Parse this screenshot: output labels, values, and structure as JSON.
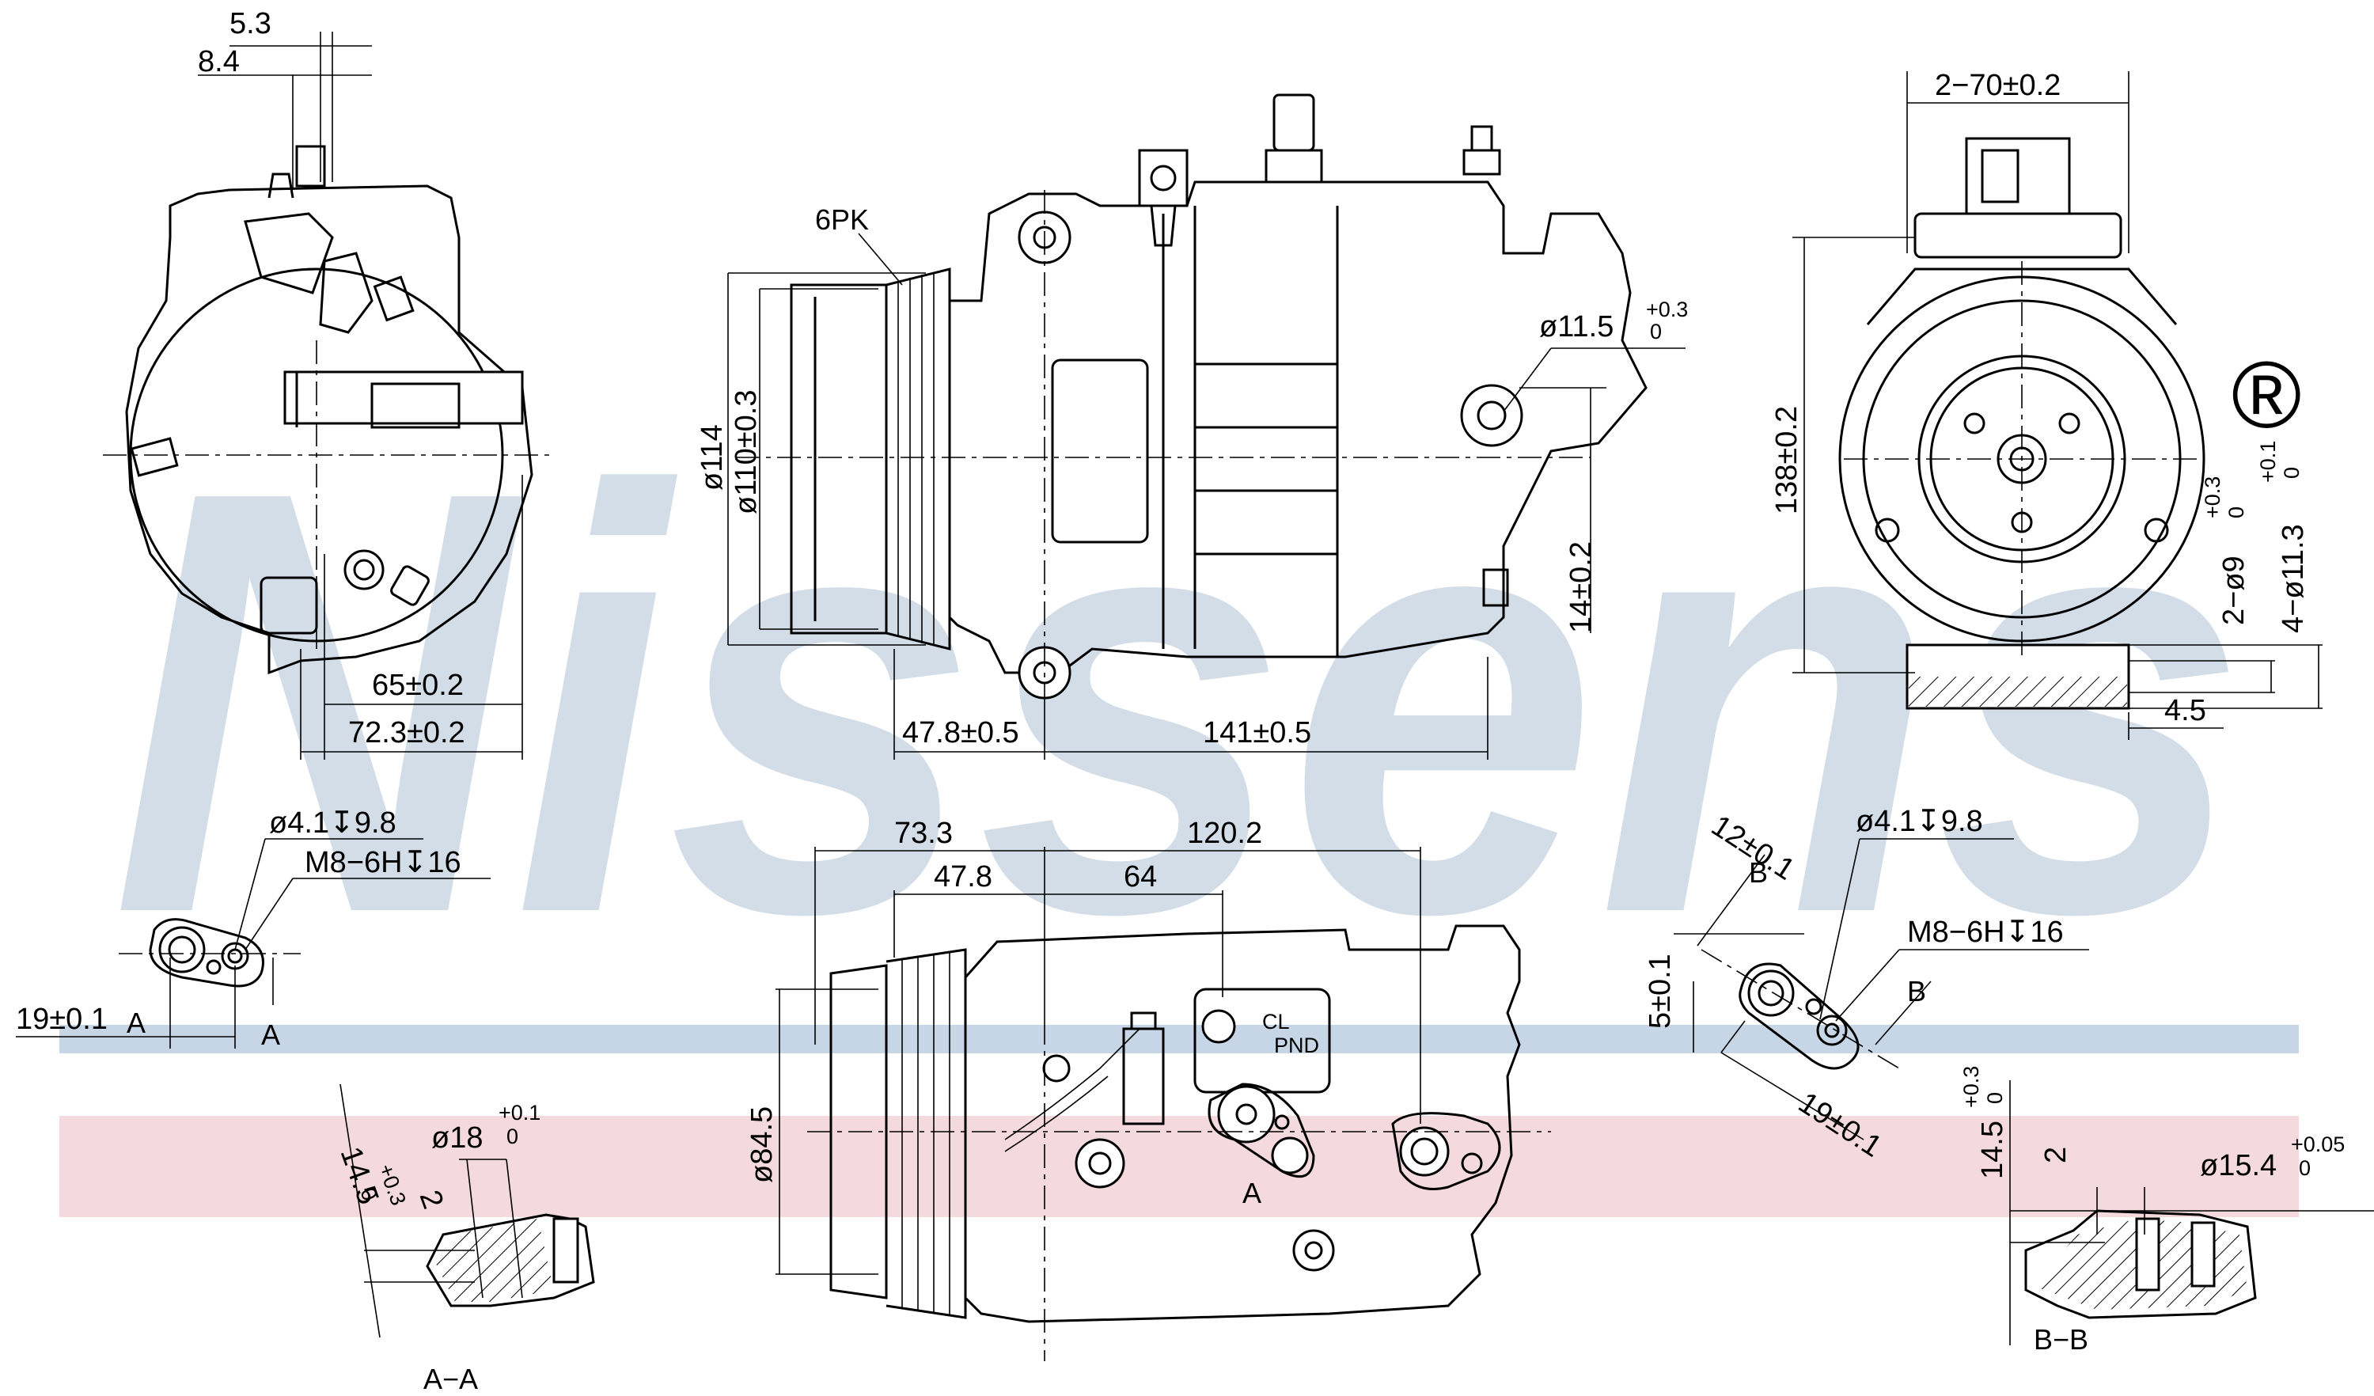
{
  "watermark": {
    "brand": "Nissens",
    "registered": "®",
    "blue_band_color": "#c7d6e6",
    "pink_band_color": "#f4d9df",
    "letter_color": "#d3dde8"
  },
  "view_front": {
    "dims": [
      "5.3",
      "8.4",
      "65±0.2",
      "72.3±0.2"
    ]
  },
  "view_side": {
    "labels": [
      "6PK"
    ],
    "dims": [
      "ø114",
      "ø110±0.3",
      "ø11.5",
      "+0.3",
      "0",
      "14±0.2",
      "47.8±0.5",
      "141±0.5"
    ]
  },
  "view_end": {
    "dims": [
      "2−70±0.2",
      "138±0.2",
      "2−ø9",
      "+0.3",
      "0",
      "4−ø11.3",
      "+0.1",
      "0",
      "4.5"
    ]
  },
  "port_a": {
    "dims": [
      "ø4.1↧9.8",
      "M8−6H↧16",
      "19±0.1"
    ],
    "labels": [
      "A",
      "A"
    ]
  },
  "view_bottom": {
    "dims": [
      "73.3",
      "120.2",
      "47.8",
      "64",
      "ø84.5"
    ],
    "labels": [
      "A",
      "CL",
      "PND"
    ]
  },
  "port_b": {
    "dims": [
      "12±0.1",
      "ø4.1↧9.8",
      "M8−6H↧16",
      "5±0.1",
      "19±0.1"
    ],
    "labels": [
      "B",
      "B"
    ]
  },
  "section_aa": {
    "dims": [
      "14.5",
      "+0.3",
      "0",
      "ø18",
      "+0.1",
      "0",
      "2"
    ],
    "title": "A−A"
  },
  "section_bb": {
    "dims": [
      "14.5",
      "+0.3",
      "0",
      "2",
      "ø15.4",
      "+0.05",
      "0"
    ],
    "title": "B−B"
  }
}
